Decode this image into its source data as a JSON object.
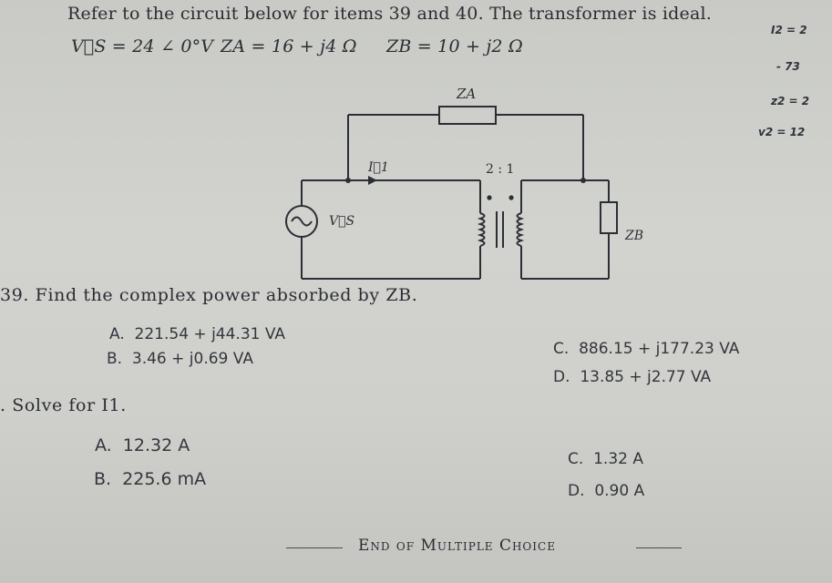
{
  "intro": {
    "line1": "Refer to the circuit below for items 39 and 40. The transformer is ideal.",
    "vs": "V⃗S = 24 ∠ 0°V",
    "za": "ZA = 16 + j4 Ω",
    "zb": "ZB = 10 + j2 Ω"
  },
  "circuit": {
    "label_za": "ZA",
    "label_zb": "ZB",
    "label_i1": "I⃗1",
    "label_vs": "V⃗S",
    "ratio": "2 : 1"
  },
  "q39": {
    "stem": "39. Find the complex power absorbed by ZB.",
    "options": [
      {
        "label": "A.",
        "text": "221.54 + j44.31 VA"
      },
      {
        "label": "B.",
        "text": "3.46 + j0.69 VA"
      },
      {
        "label": "C.",
        "text": "886.15 + j177.23 VA"
      },
      {
        "label": "D.",
        "text": "13.85 + j2.77 VA"
      }
    ]
  },
  "q40": {
    "stem": ". Solve for I1.",
    "options": [
      {
        "label": "A.",
        "text": "12.32 A"
      },
      {
        "label": "B.",
        "text": "225.6 mA"
      },
      {
        "label": "C.",
        "text": "1.32 A"
      },
      {
        "label": "D.",
        "text": "0.90 A"
      }
    ]
  },
  "footer": {
    "text": "End of Multiple Choice"
  },
  "handwriting": {
    "line1": "I2 = 2",
    "line2": "- 73",
    "line3": "z2 = 2",
    "line4": "v2 = 12"
  }
}
